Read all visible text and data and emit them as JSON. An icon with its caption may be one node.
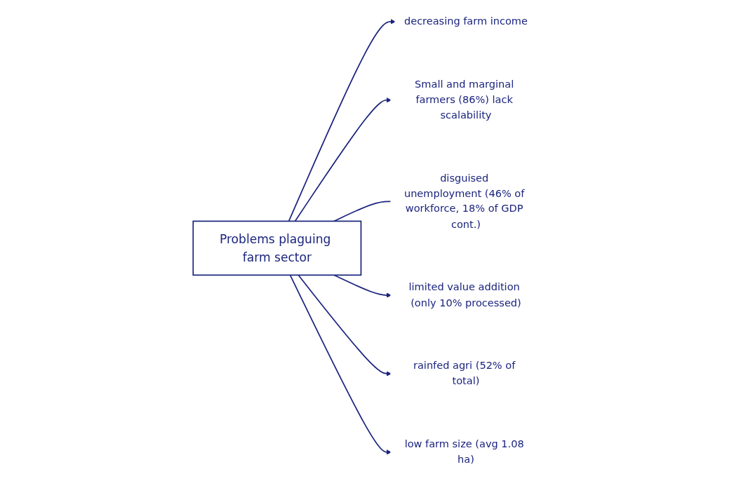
{
  "diagram": {
    "nodes": [
      {
        "text": [
          "Problems plaguing farm sector"
        ]
      },
      {
        "text": [
          "decreasing farm income"
        ]
      },
      {
        "text": [
          "Small and marginal farmers (86%) lack scalability"
        ]
      },
      {
        "text": [
          "disguised unemployment (46% of workforce, 18% of GDP cont.)"
        ]
      },
      {
        "text": [
          "limited value addition (only 10% processed)"
        ]
      },
      {
        "text": [
          "rainfed agri (52% of total)"
        ]
      },
      {
        "text": [
          "low farm size (avg 1.08 ha)"
        ]
      }
    ],
    "edges": [
      {
        "from": 0,
        "to": 1,
        "arrow": "to"
      },
      {
        "from": 0,
        "to": 2,
        "arrow": "to"
      },
      {
        "from": 0,
        "to": 3,
        "arrow": "none"
      },
      {
        "from": 0,
        "to": 4,
        "arrow": "to"
      },
      {
        "from": 0,
        "to": 5,
        "arrow": "to"
      },
      {
        "from": 0,
        "to": 6,
        "arrow": "to"
      }
    ]
  }
}
